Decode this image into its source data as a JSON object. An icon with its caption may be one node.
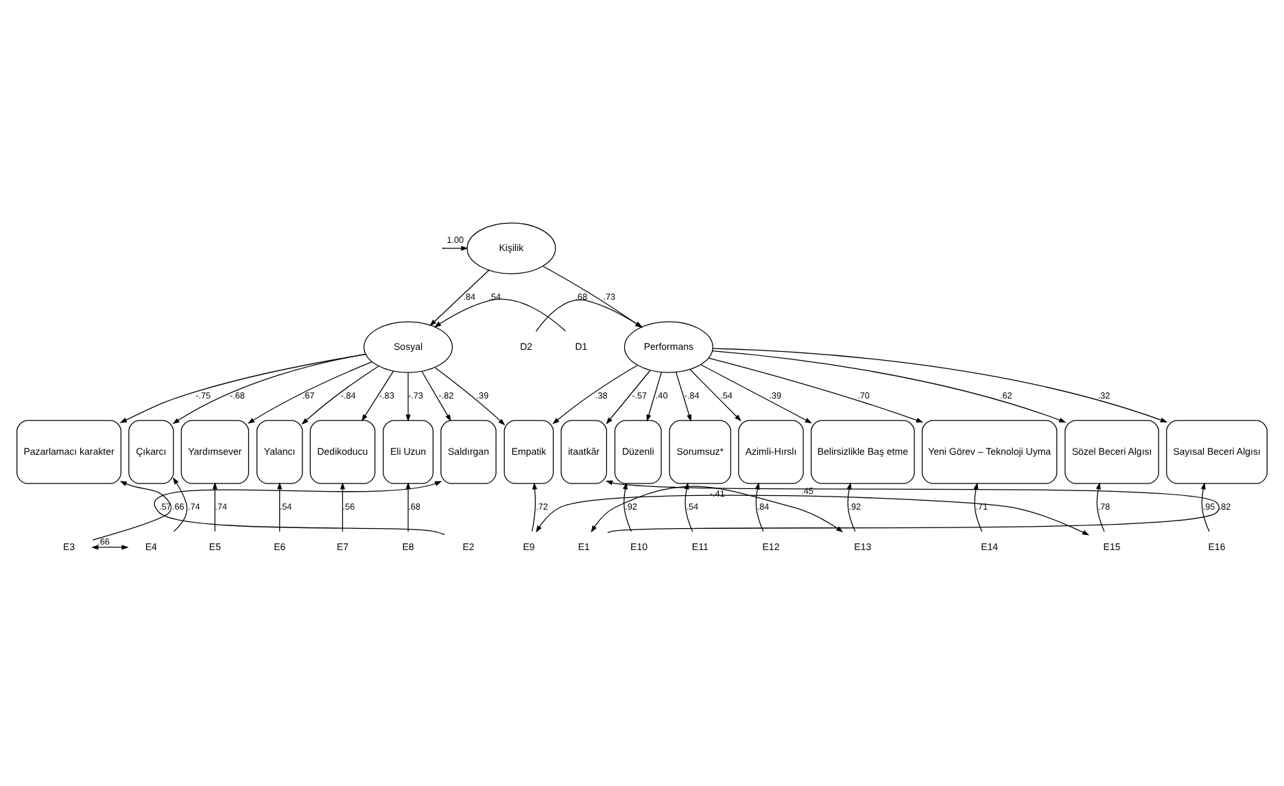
{
  "diagram": {
    "nodes": [
      {
        "text": [
          "Kişilik"
        ]
      },
      {
        "text": [
          "Sosyal"
        ]
      },
      {
        "text": [
          "Performans"
        ]
      },
      {
        "text": [
          "Saldırgan"
        ]
      },
      {
        "text": [
          "Pazarlamacı karakter"
        ]
      },
      {
        "text": [
          "Çıkarcı"
        ]
      },
      {
        "text": [
          "Yardımsever"
        ]
      },
      {
        "text": [
          "Yalancı"
        ]
      },
      {
        "text": [
          "Dedikoducu"
        ]
      },
      {
        "text": [
          "Eli Uzun"
        ]
      },
      {
        "text": [
          "Empatik"
        ]
      },
      {
        "text": [
          "Düzenli"
        ]
      },
      {
        "text": [
          "Sorumsuz*"
        ]
      },
      {
        "text": [
          "Azimli-Hırslı"
        ]
      },
      {
        "text": [
          "Belirsizlikle Baş etme"
        ]
      },
      {
        "text": [
          "Yeni Görev – Teknoloji Uyma"
        ]
      },
      {
        "text": [
          "Sözel Beceri Algısı"
        ]
      },
      {
        "text": [
          "Sayısal Beceri Algısı"
        ]
      },
      {
        "text": [
          "itaatkâr"
        ]
      },
      {
        "text": [
          "E2"
        ]
      },
      {
        "text": [
          "E3"
        ]
      },
      {
        "text": [
          "E4"
        ]
      },
      {
        "text": [
          "E5"
        ]
      },
      {
        "text": [
          "E6"
        ]
      },
      {
        "text": [
          "E7"
        ]
      },
      {
        "text": [
          "E8"
        ]
      },
      {
        "text": [
          "E9"
        ]
      },
      {
        "text": [
          "E10"
        ]
      },
      {
        "text": [
          "E11"
        ]
      },
      {
        "text": [
          "E12"
        ]
      },
      {
        "text": [
          "E13"
        ]
      },
      {
        "text": [
          "E14"
        ]
      },
      {
        "text": [
          "E15"
        ]
      },
      {
        "text": [
          "E16"
        ]
      },
      {
        "text": [
          "E1"
        ]
      },
      {
        "text": [
          "D1"
        ]
      },
      {
        "text": [
          "D2"
        ]
      }
    ],
    "edges": [
      {
        "from": null,
        "to": 0,
        "arrow": "to",
        "label": "1.00"
      },
      {
        "from": 0,
        "to": 1,
        "arrow": "to",
        "label": ".84"
      },
      {
        "from": 0,
        "to": 2,
        "arrow": "to",
        "label": ".73"
      },
      {
        "from": 35,
        "to": 1,
        "arrow": "to",
        "label": ".54"
      },
      {
        "from": 36,
        "to": 2,
        "arrow": "to",
        "label": ".68"
      },
      {
        "from": 1,
        "to": 3,
        "arrow": "to",
        "label": "-.82"
      },
      {
        "from": 1,
        "to": 4,
        "arrow": "to",
        "label": "-.75"
      },
      {
        "from": 1,
        "to": 5,
        "arrow": "to",
        "label": "-.68"
      },
      {
        "from": 1,
        "to": 6,
        "arrow": "to",
        "label": ".67"
      },
      {
        "from": 1,
        "to": 7,
        "arrow": "to",
        "label": "-.84"
      },
      {
        "from": 1,
        "to": 8,
        "arrow": "to",
        "label": "-.83"
      },
      {
        "from": 1,
        "to": 9,
        "arrow": "to",
        "label": "-.73"
      },
      {
        "from": 1,
        "to": 10,
        "arrow": "to",
        "label": ".39"
      },
      {
        "from": 2,
        "to": 10,
        "arrow": "to",
        "label": ".38"
      },
      {
        "from": 2,
        "to": 11,
        "arrow": "to",
        "label": ".40"
      },
      {
        "from": 2,
        "to": 12,
        "arrow": "to",
        "label": "-.84"
      },
      {
        "from": 2,
        "to": 13,
        "arrow": "to",
        "label": ".54"
      },
      {
        "from": 2,
        "to": 14,
        "arrow": "to",
        "label": ".39"
      },
      {
        "from": 2,
        "to": 15,
        "arrow": "to",
        "label": ".70"
      },
      {
        "from": 2,
        "to": 16,
        "arrow": "to",
        "label": ".62"
      },
      {
        "from": 2,
        "to": 17,
        "arrow": "to",
        "label": ".32"
      },
      {
        "from": 2,
        "to": 18,
        "arrow": "to",
        "label": "-.57"
      },
      {
        "from": 19,
        "to": 3,
        "arrow": "to",
        "label": ".57"
      },
      {
        "from": 20,
        "to": 4,
        "arrow": "to",
        "label": ".66"
      },
      {
        "from": 21,
        "to": 5,
        "arrow": "to",
        "label": ".74"
      },
      {
        "from": 22,
        "to": 6,
        "arrow": "to",
        "label": ".74"
      },
      {
        "from": 23,
        "to": 7,
        "arrow": "to",
        "label": ".54"
      },
      {
        "from": 24,
        "to": 8,
        "arrow": "to",
        "label": ".56"
      },
      {
        "from": 25,
        "to": 9,
        "arrow": "to",
        "label": ".68"
      },
      {
        "from": 26,
        "to": 10,
        "arrow": "to",
        "label": ".72"
      },
      {
        "from": 27,
        "to": 11,
        "arrow": "to",
        "label": ".92"
      },
      {
        "from": 28,
        "to": 12,
        "arrow": "to",
        "label": ".54"
      },
      {
        "from": 29,
        "to": 13,
        "arrow": "to",
        "label": ".84"
      },
      {
        "from": 30,
        "to": 14,
        "arrow": "to",
        "label": ".92"
      },
      {
        "from": 31,
        "to": 15,
        "arrow": "to",
        "label": ".71"
      },
      {
        "from": 32,
        "to": 16,
        "arrow": "to",
        "label": ".78"
      },
      {
        "from": 33,
        "to": 17,
        "arrow": "to",
        "label": ".95"
      },
      {
        "from": 34,
        "to": 18,
        "arrow": "to",
        "label": ".82"
      },
      {
        "from": 20,
        "to": 21,
        "arrow": "both",
        "label": ".66"
      },
      {
        "from": 26,
        "to": 32,
        "arrow": "both",
        "label": ".45"
      },
      {
        "from": 30,
        "to": 34,
        "arrow": "both",
        "label": "-.41"
      }
    ]
  }
}
